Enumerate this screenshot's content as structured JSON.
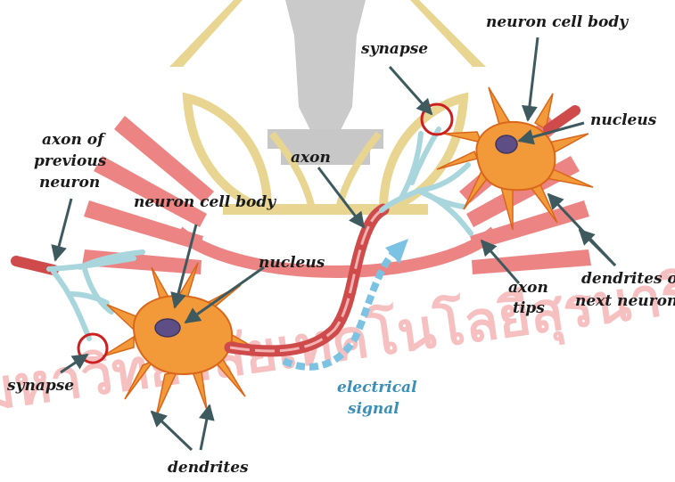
{
  "labels": {
    "axon_previous_line1": "axon of",
    "axon_previous_line2": "previous",
    "axon_previous_line3": "neuron",
    "cell_body_left": "neuron cell body",
    "nucleus_left": "nucleus",
    "synapse_left": "synapse",
    "dendrites": "dendrites",
    "axon": "axon",
    "electrical_signal_line1": "electrical",
    "electrical_signal_line2": "signal",
    "synapse_right": "synapse",
    "cell_body_right": "neuron cell body",
    "nucleus_right": "nucleus",
    "axon_tips_line1": "axon",
    "axon_tips_line2": "tips",
    "dendrites_next_line1": "dendrites of",
    "dendrites_next_line2": "next neuron"
  },
  "watermark": {
    "text": "มหาวิทยาลัยเทคโนโลยีสุรนารี",
    "color": "#d81e1e",
    "logo_color": "#c9a227"
  },
  "colors": {
    "cell_body": "#f29a3a",
    "cell_outline": "#d9671a",
    "nucleus": "#5d4f86",
    "axon": "#cf4a4a",
    "axon_branch": "#a9d6dd",
    "signal": "#7cc3e3",
    "synapse_ring": "#cc1f1f",
    "arrow": "#3e5a5e"
  }
}
